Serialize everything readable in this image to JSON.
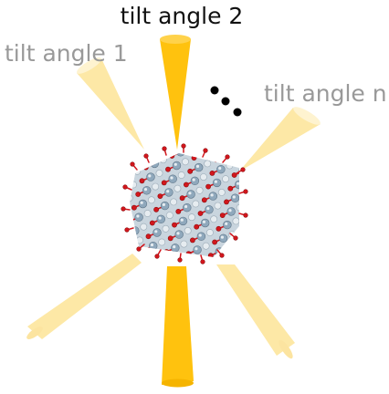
{
  "labels": {
    "tilt_2": "tilt angle 2",
    "tilt_1": "tilt angle 1",
    "tilt_n": "tilt angle n"
  },
  "colors": {
    "beam_active": "#FFC20E",
    "beam_faded": "#FDE8A6",
    "label_active": "#111111",
    "label_faded": "#999999",
    "atom_oxygen": "#D2161C",
    "atom_metal": "#8FA8BC",
    "atom_light": "#E6ECF0",
    "dots": "#000000"
  }
}
